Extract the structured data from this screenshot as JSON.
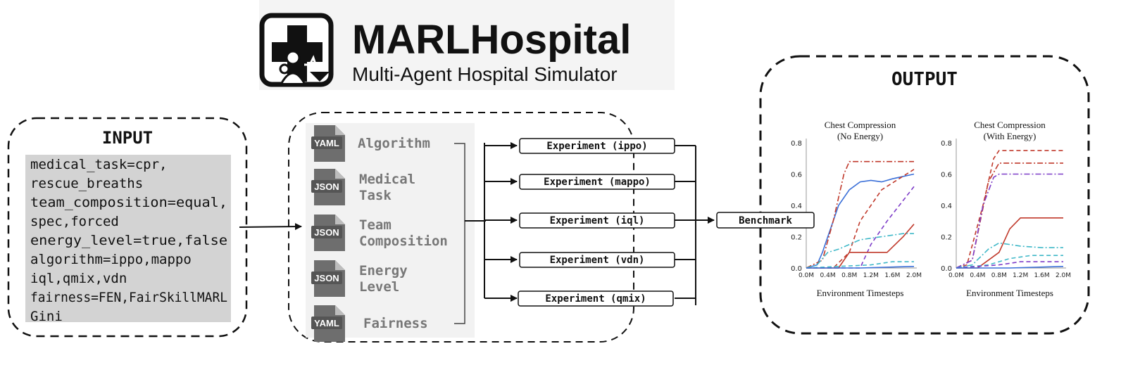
{
  "header": {
    "title": "MARLHospital",
    "subtitle": "Multi-Agent Hospital Simulator"
  },
  "input": {
    "title": "INPUT",
    "lines": [
      "medical_task=cpr,",
      "rescue_breaths",
      "team_composition=equal,",
      "spec,forced",
      "energy_level=true,false",
      "algorithm=ippo,mappo",
      "iql,qmix,vdn",
      "fairness=FEN,FairSkillMARL",
      "Gini"
    ]
  },
  "configs": [
    {
      "badge": "YAML",
      "label_lines": [
        "Algorithm"
      ]
    },
    {
      "badge": "JSON",
      "label_lines": [
        "Medical",
        "Task"
      ]
    },
    {
      "badge": "JSON",
      "label_lines": [
        "Team",
        "Composition"
      ]
    },
    {
      "badge": "JSON",
      "label_lines": [
        "Energy",
        "Level"
      ]
    },
    {
      "badge": "YAML",
      "label_lines": [
        "Fairness"
      ]
    }
  ],
  "experiments": [
    "Experiment (ippo)",
    "Experiment (mappo)",
    "Experiment (iql)",
    "Experiment (vdn)",
    "Experiment (qmix)"
  ],
  "benchmark_label": "Benchmark",
  "output": {
    "title": "OUTPUT"
  },
  "chart_data": [
    {
      "type": "line",
      "title": "Chest Compression",
      "subtitle": "(No Energy)",
      "xlabel": "Environment Timesteps",
      "ylabel": "",
      "x_ticks": [
        "0.0M",
        "0.4M",
        "0.8M",
        "1.2M",
        "1.6M",
        "2.0M"
      ],
      "y_ticks": [
        "0.0",
        "0.2",
        "0.4",
        "0.6",
        "0.8"
      ],
      "xlim": [
        0,
        2.0
      ],
      "ylim": [
        0,
        0.8
      ],
      "series": [
        {
          "color": "#3a6fd8",
          "dash": "",
          "x": [
            0,
            0.2,
            0.3,
            0.4,
            0.5,
            0.6,
            0.8,
            1.0,
            1.2,
            1.4,
            1.6,
            2.0
          ],
          "y": [
            0,
            0.02,
            0.1,
            0.2,
            0.3,
            0.4,
            0.5,
            0.55,
            0.56,
            0.55,
            0.57,
            0.6
          ]
        },
        {
          "color": "#c0392b",
          "dash": "8,3,2,3",
          "x": [
            0,
            0.3,
            0.5,
            0.7,
            0.8,
            1.2,
            2.0
          ],
          "y": [
            0,
            0.05,
            0.3,
            0.6,
            0.68,
            0.68,
            0.68
          ]
        },
        {
          "color": "#c0392b",
          "dash": "6,4",
          "x": [
            0,
            0.5,
            0.8,
            1.0,
            1.4,
            2.0
          ],
          "y": [
            0,
            0,
            0.1,
            0.3,
            0.5,
            0.63
          ]
        },
        {
          "color": "#7d3cc8",
          "dash": "6,4",
          "x": [
            0,
            1.0,
            1.2,
            1.5,
            2.0
          ],
          "y": [
            0,
            0,
            0.15,
            0.3,
            0.52
          ]
        },
        {
          "color": "#c0392b",
          "dash": "",
          "x": [
            0,
            0.6,
            0.8,
            1.2,
            1.5,
            1.8,
            2.0
          ],
          "y": [
            0,
            0,
            0.1,
            0.1,
            0.1,
            0.2,
            0.28
          ]
        },
        {
          "color": "#3fb8c8",
          "dash": "8,3,2,3",
          "x": [
            0,
            0.2,
            0.4,
            0.6,
            1.0,
            1.4,
            1.8,
            2.0
          ],
          "y": [
            0,
            0.02,
            0.1,
            0.12,
            0.18,
            0.2,
            0.22,
            0.22
          ]
        },
        {
          "color": "#3fb8c8",
          "dash": "6,4",
          "x": [
            0,
            1.2,
            1.6,
            2.0
          ],
          "y": [
            0,
            0.02,
            0.04,
            0.04
          ]
        },
        {
          "color": "#3a6fd8",
          "dash": "",
          "x": [
            0,
            1.0,
            2.0
          ],
          "y": [
            0,
            0,
            0.01
          ]
        }
      ]
    },
    {
      "type": "line",
      "title": "Chest Compression",
      "subtitle": "(With Energy)",
      "xlabel": "Environment Timesteps",
      "ylabel": "",
      "x_ticks": [
        "0.0M",
        "0.4M",
        "0.8M",
        "1.2M",
        "1.6M",
        "2.0M"
      ],
      "y_ticks": [
        "0.0",
        "0.2",
        "0.4",
        "0.6",
        "0.8"
      ],
      "xlim": [
        0,
        2.0
      ],
      "ylim": [
        0,
        0.8
      ],
      "series": [
        {
          "color": "#c0392b",
          "dash": "6,4",
          "x": [
            0,
            0.2,
            0.5,
            0.7,
            0.8,
            1.2,
            2.0
          ],
          "y": [
            0,
            0.02,
            0.4,
            0.7,
            0.75,
            0.75,
            0.75
          ]
        },
        {
          "color": "#c0392b",
          "dash": "8,3,2,3",
          "x": [
            0,
            0.3,
            0.6,
            0.8,
            1.2,
            2.0
          ],
          "y": [
            0,
            0.05,
            0.55,
            0.67,
            0.67,
            0.67
          ]
        },
        {
          "color": "#7d3cc8",
          "dash": "8,3,2,3",
          "x": [
            0,
            0.3,
            0.5,
            0.7,
            0.8,
            2.0
          ],
          "y": [
            0,
            0.05,
            0.4,
            0.58,
            0.6,
            0.6
          ]
        },
        {
          "color": "#c0392b",
          "dash": "",
          "x": [
            0,
            0.4,
            0.8,
            1.0,
            1.2,
            2.0
          ],
          "y": [
            0,
            0,
            0.1,
            0.25,
            0.32,
            0.32
          ]
        },
        {
          "color": "#3fb8c8",
          "dash": "8,3,2,3",
          "x": [
            0,
            0.3,
            0.6,
            0.8,
            1.2,
            1.6,
            2.0
          ],
          "y": [
            0,
            0.02,
            0.12,
            0.16,
            0.14,
            0.13,
            0.13
          ]
        },
        {
          "color": "#3fb8c8",
          "dash": "6,4",
          "x": [
            0,
            0.6,
            1.0,
            1.4,
            2.0
          ],
          "y": [
            0,
            0.02,
            0.06,
            0.08,
            0.08
          ]
        },
        {
          "color": "#7d3cc8",
          "dash": "6,4",
          "x": [
            0,
            0.8,
            1.2,
            2.0
          ],
          "y": [
            0,
            0.02,
            0.04,
            0.04
          ]
        },
        {
          "color": "#3a6fd8",
          "dash": "",
          "x": [
            0,
            1.0,
            2.0
          ],
          "y": [
            0,
            0,
            0.01
          ]
        }
      ]
    }
  ]
}
